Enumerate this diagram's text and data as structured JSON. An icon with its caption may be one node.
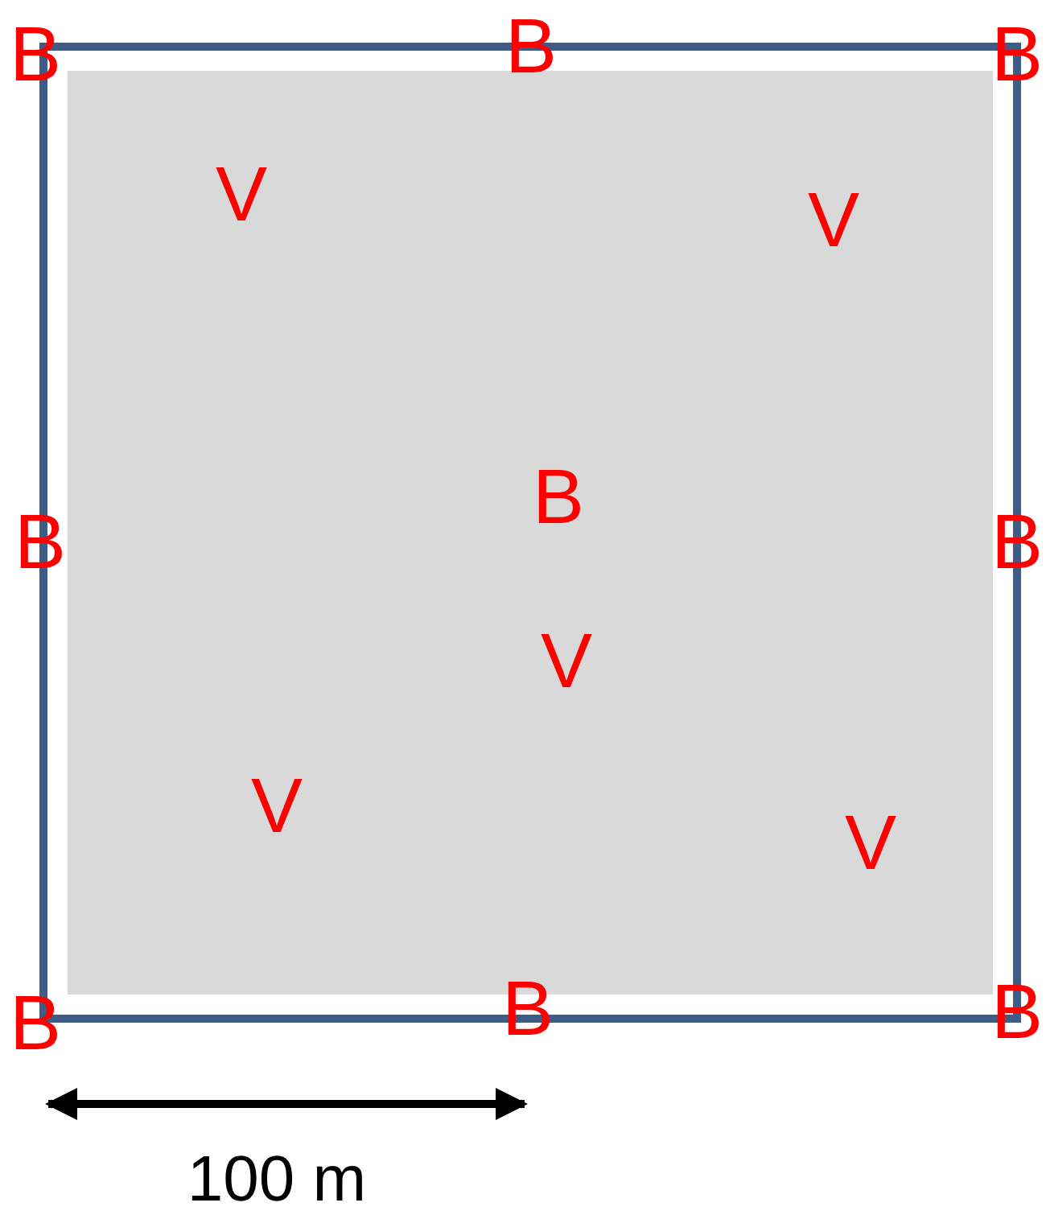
{
  "diagram": {
    "labels": [
      "B",
      "B",
      "B",
      "V",
      "V",
      "B",
      "B",
      "B",
      "V",
      "V",
      "V",
      "B",
      "B",
      "B",
      "100 m"
    ]
  }
}
